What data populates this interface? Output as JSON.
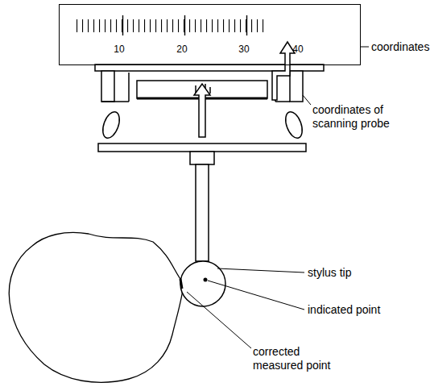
{
  "diagram": {
    "nodes": [
      {
        "text": [
          "10",
          "20",
          "30",
          "40"
        ]
      }
    ],
    "labels": [
      "coordinates",
      "coordinates of scanning probe",
      "stylus tip",
      "indicated point",
      "corrected measured point"
    ]
  }
}
